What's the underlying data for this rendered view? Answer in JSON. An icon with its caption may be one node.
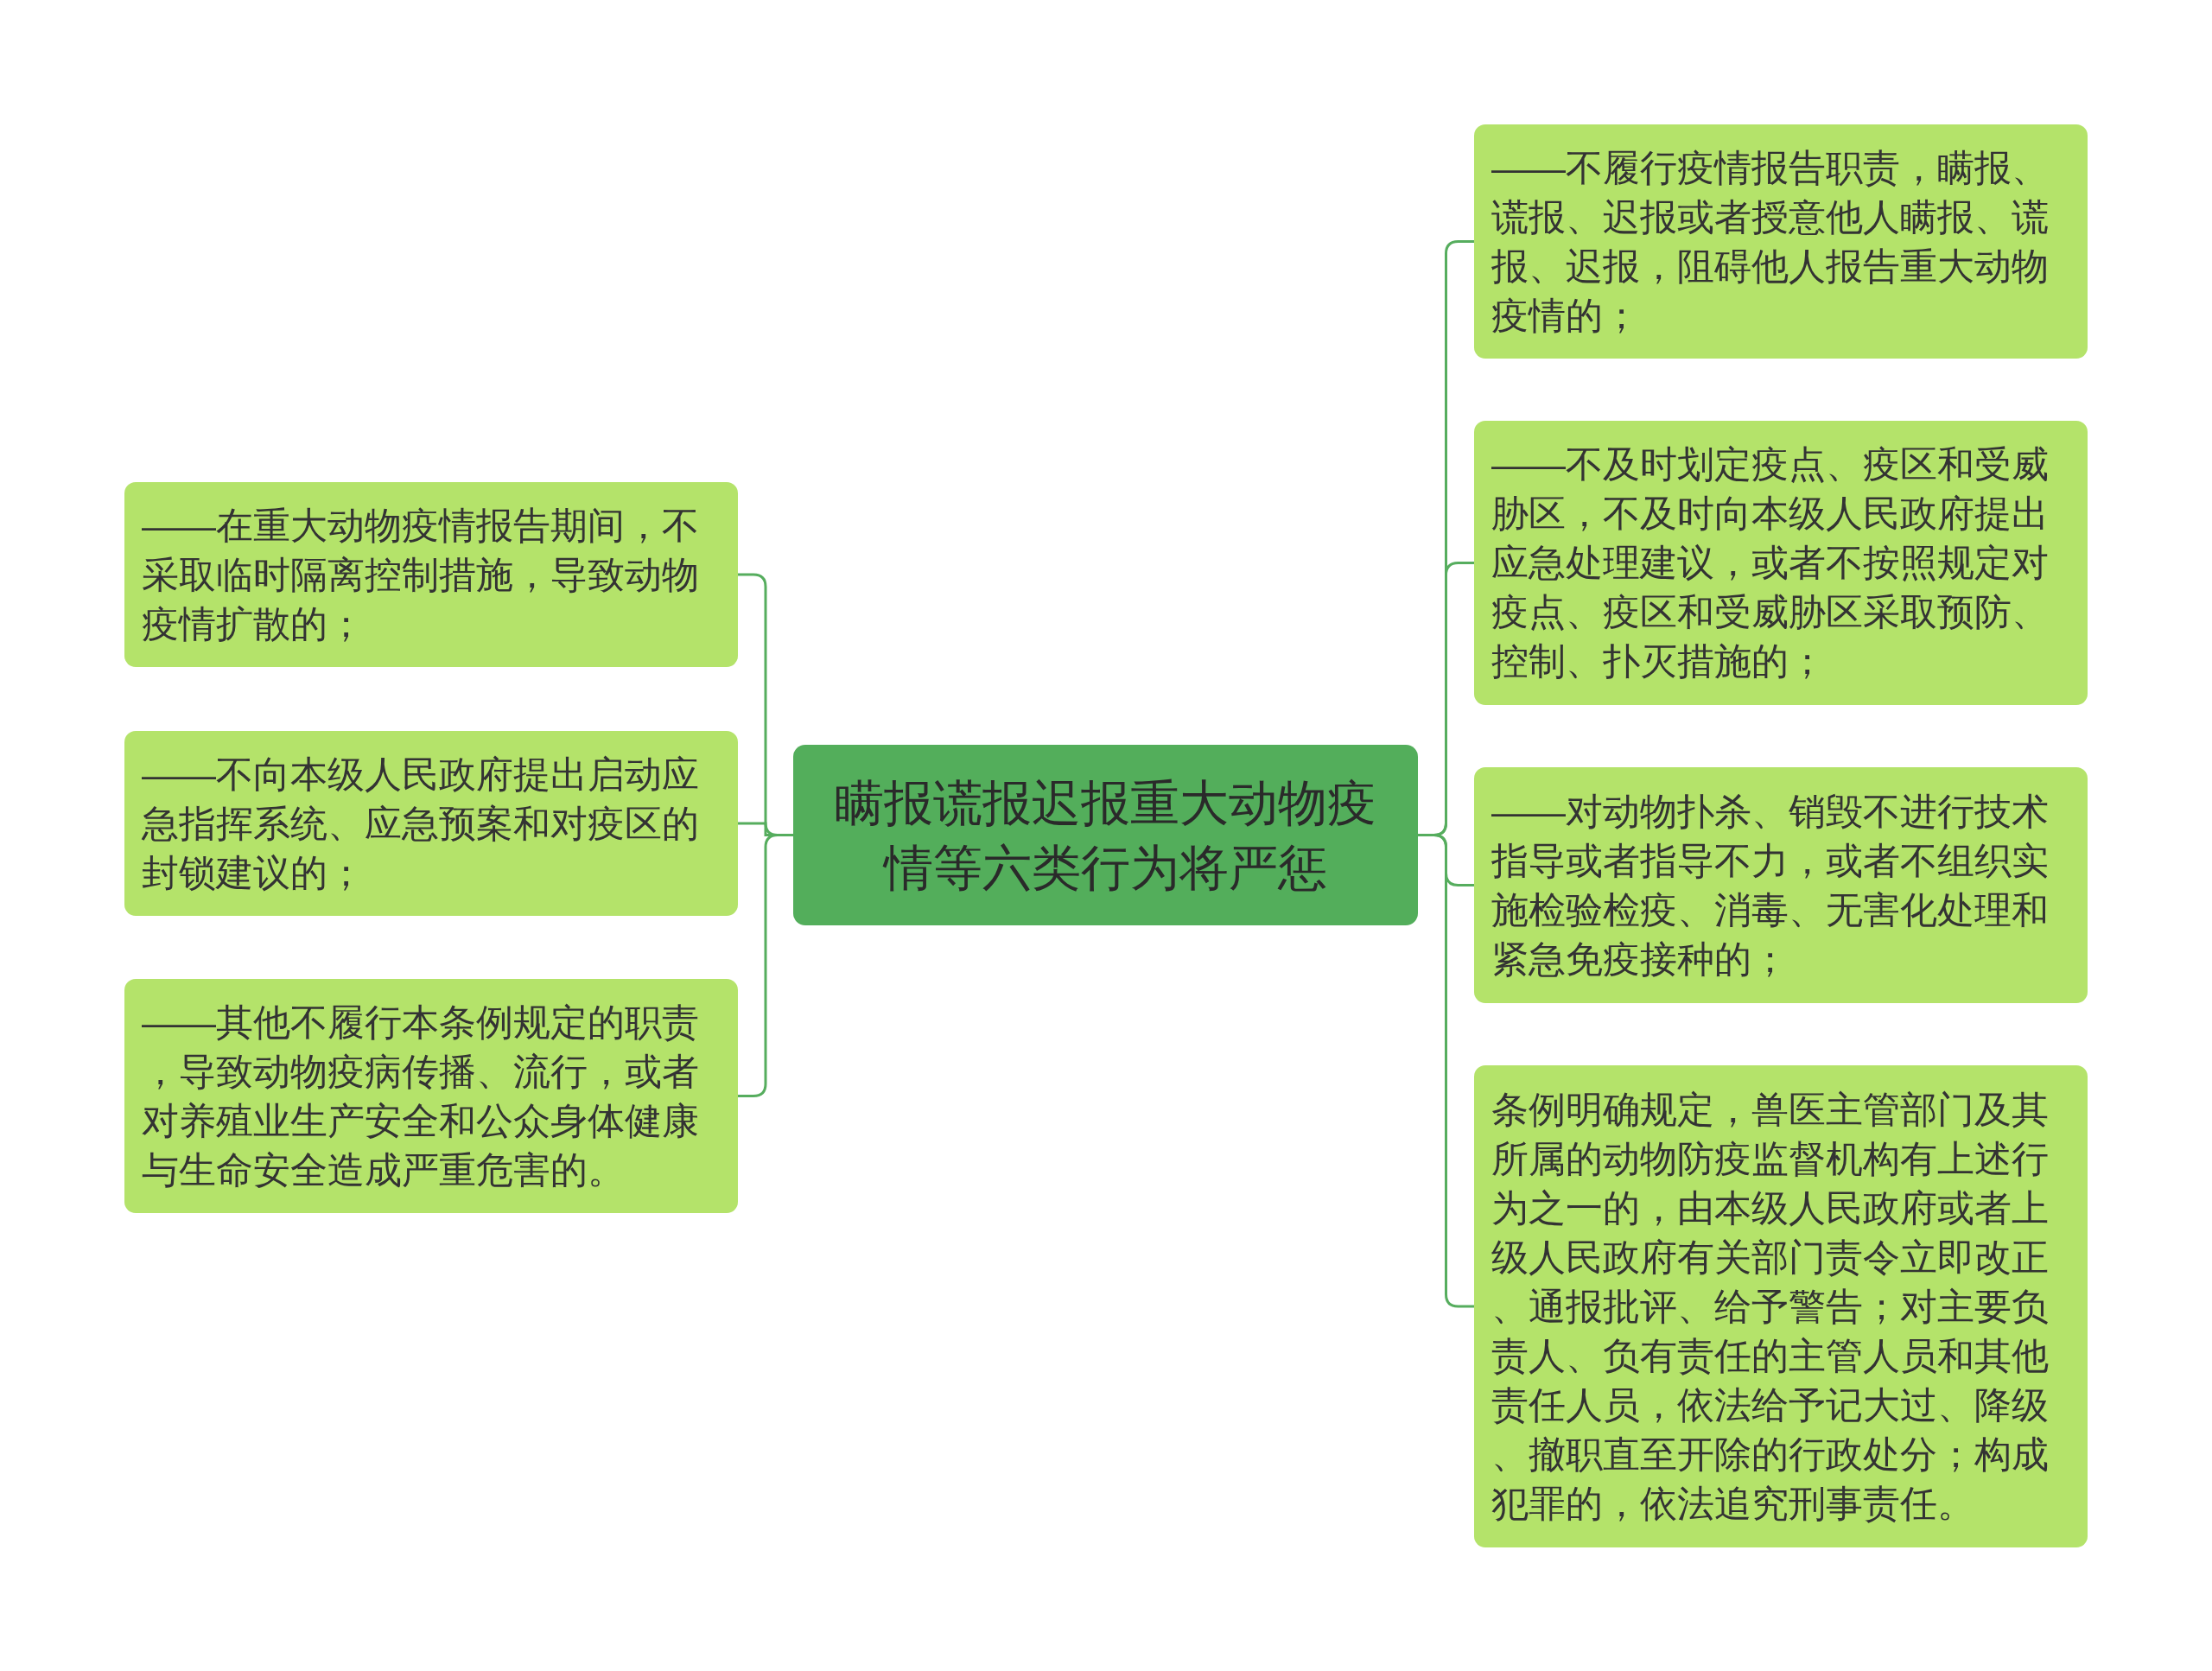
{
  "diagram": {
    "nodes": [
      {
        "text": [
          "瞒报谎报迟报重大动物疫情等六类行为将严惩"
        ]
      },
      {
        "text": [
          "——在重大动物疫情报告期间，不采取临时隔离控制措施，导致动物疫情扩散的；"
        ]
      },
      {
        "text": [
          "——不向本级人民政府提出启动应急指挥系统、应急预案和对疫区的封锁建议的；"
        ]
      },
      {
        "text": [
          "——其他不履行本条例规定的职责，导致动物疫病传播、流行，或者对养殖业生产安全和公众身体健康与生命安全造成严重危害的。"
        ]
      },
      {
        "text": [
          "——不履行疫情报告职责，瞒报、谎报、迟报或者授意他人瞒报、谎报、迟报，阻碍他人报告重大动物疫情的；"
        ]
      },
      {
        "text": [
          "——不及时划定疫点、疫区和受威胁区，不及时向本级人民政府提出应急处理建议，或者不按照规定对疫点、疫区和受威胁区采取预防、控制、扑灭措施的；"
        ]
      },
      {
        "text": [
          "——对动物扑杀、销毁不进行技术指导或者指导不力，或者不组织实施检验检疫、消毒、无害化处理和紧急免疫接种的；"
        ]
      },
      {
        "text": [
          "条例明确规定，兽医主管部门及其所属的动物防疫监督机构有上述行为之一的，由本级人民政府或者上级人民政府有关部门责令立即改正、通报批评、给予警告；对主要负责人、负有责任的主管人员和其他责任人员，依法给予记大过、降级、撤职直至开除的行政处分；构成犯罪的，依法追究刑事责任。"
        ]
      }
    ],
    "edges": [
      {
        "from": 0,
        "to": 1,
        "arrow": "none"
      },
      {
        "from": 0,
        "to": 2,
        "arrow": "none"
      },
      {
        "from": 0,
        "to": 3,
        "arrow": "none"
      },
      {
        "from": 0,
        "to": 4,
        "arrow": "none"
      },
      {
        "from": 0,
        "to": 5,
        "arrow": "none"
      },
      {
        "from": 0,
        "to": 6,
        "arrow": "none"
      },
      {
        "from": 0,
        "to": 7,
        "arrow": "none"
      }
    ]
  }
}
